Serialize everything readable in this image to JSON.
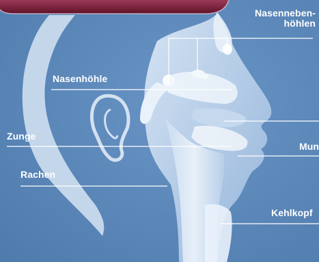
{
  "labels": {
    "nasennebenhoehlen_line1": "Nasenneben-",
    "nasennebenhoehlen_line2": "höhlen",
    "nasenhoehle": "Nasenhöhle",
    "zunge": "Zunge",
    "rachen": "Rachen",
    "mund": "Mund",
    "kehlkopf": "Kehlkopf"
  },
  "colors": {
    "background": "#5a86b8",
    "banner": "#7a1e3a",
    "anatomy_light": "#dbe8f6",
    "label_text": "#ffffff",
    "leader_line": "#ffffff"
  }
}
